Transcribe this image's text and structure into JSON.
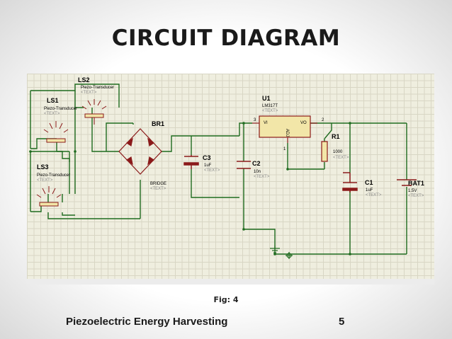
{
  "slide": {
    "title": "CIRCUIT DIAGRAM",
    "caption": "Fig: 4",
    "footer": "Piezoelectric Energy Harvesting",
    "page_number": "5"
  },
  "schematic": {
    "components": {
      "ls1": {
        "ref": "LS1",
        "value": "Piezo-Transducer",
        "text": "<TEXT>"
      },
      "ls2": {
        "ref": "LS2",
        "value": "Piezo-Transducer",
        "text": "<TEXT>"
      },
      "ls3": {
        "ref": "LS3",
        "value": "Piezo-Transducer",
        "text": "<TEXT>"
      },
      "br1": {
        "ref": "BR1",
        "value": "BRIDGE",
        "text": "<TEXT>"
      },
      "c3": {
        "ref": "C3",
        "value": "1uF",
        "text": "<TEXT>"
      },
      "c2": {
        "ref": "C2",
        "value": "10n",
        "text": "<TEXT>"
      },
      "u1": {
        "ref": "U1",
        "value": "LM317T",
        "text": "<TEXT>",
        "pin_vi": "VI",
        "pin_vo": "VO",
        "pin_adj": "ADJ",
        "pin1": "1",
        "pin2": "2",
        "pin3": "3"
      },
      "r1": {
        "ref": "R1",
        "value": "1000",
        "text": "<TEXT>"
      },
      "c1": {
        "ref": "C1",
        "value": "1uF",
        "text": "<TEXT>"
      },
      "bat1": {
        "ref": "BAT1",
        "value": "1.5V",
        "text": "<TEXT>"
      }
    },
    "colors": {
      "wire": "#1f6b1f",
      "component": "#8b1a1a",
      "body_fill": "#f2e6a8",
      "ic_fill": "#f2e6a8",
      "grid": "#d8d6c4",
      "background": "#efeedf"
    }
  }
}
